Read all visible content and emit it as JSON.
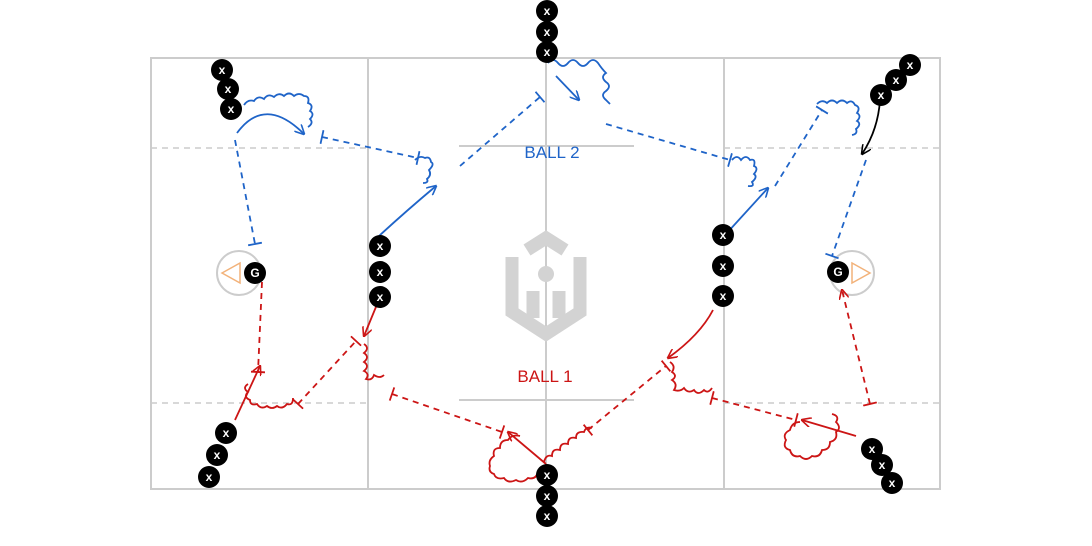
{
  "labels": {
    "ball_2": "BALL 2",
    "ball_1": "BALL 1"
  },
  "tokens": {
    "player": "x",
    "goalie": "G"
  },
  "colors": {
    "field_lines": "#cccccc",
    "dashed_lines": "#cccccc",
    "ball_2": "#1f64c8",
    "ball_1": "#cc1515",
    "player_fill": "#000000",
    "logo": "#d3d3d3",
    "crease_triangle": "#f2b27a"
  },
  "icons": {
    "logo": "shield-logo-icon"
  }
}
